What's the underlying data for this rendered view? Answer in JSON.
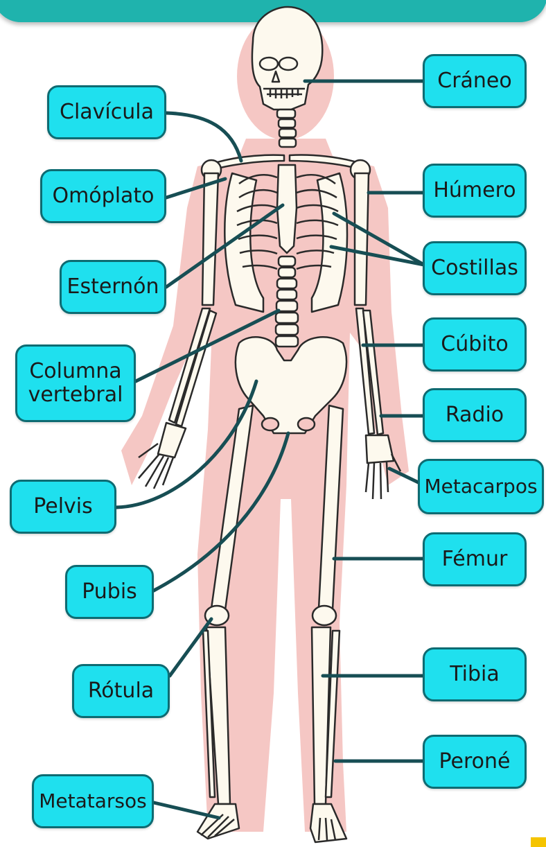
{
  "labels": {
    "craneo": "Cráneo",
    "clavicula": "Clavícula",
    "omoplato": "Omóplato",
    "humero": "Húmero",
    "costillas": "Costillas",
    "esternon": "Esternón",
    "columna": "Columna\nvertebral",
    "cubito": "Cúbito",
    "radio": "Radio",
    "metacarpos": "Metacarpos",
    "pelvis": "Pelvis",
    "femur": "Fémur",
    "pubis": "Pubis",
    "tibia": "Tibia",
    "rotula": "Rótula",
    "perone": "Peroné",
    "metatarsos": "Metatarsos"
  },
  "colors": {
    "label_fill": "#1fe0ee",
    "label_border": "#0e6b72",
    "leader_line": "#174e54",
    "body_silhouette": "#f5c7c4",
    "bone_fill": "#fdf9ee",
    "bone_outline": "#2a2a2a",
    "banner": "#1fb3ad"
  }
}
